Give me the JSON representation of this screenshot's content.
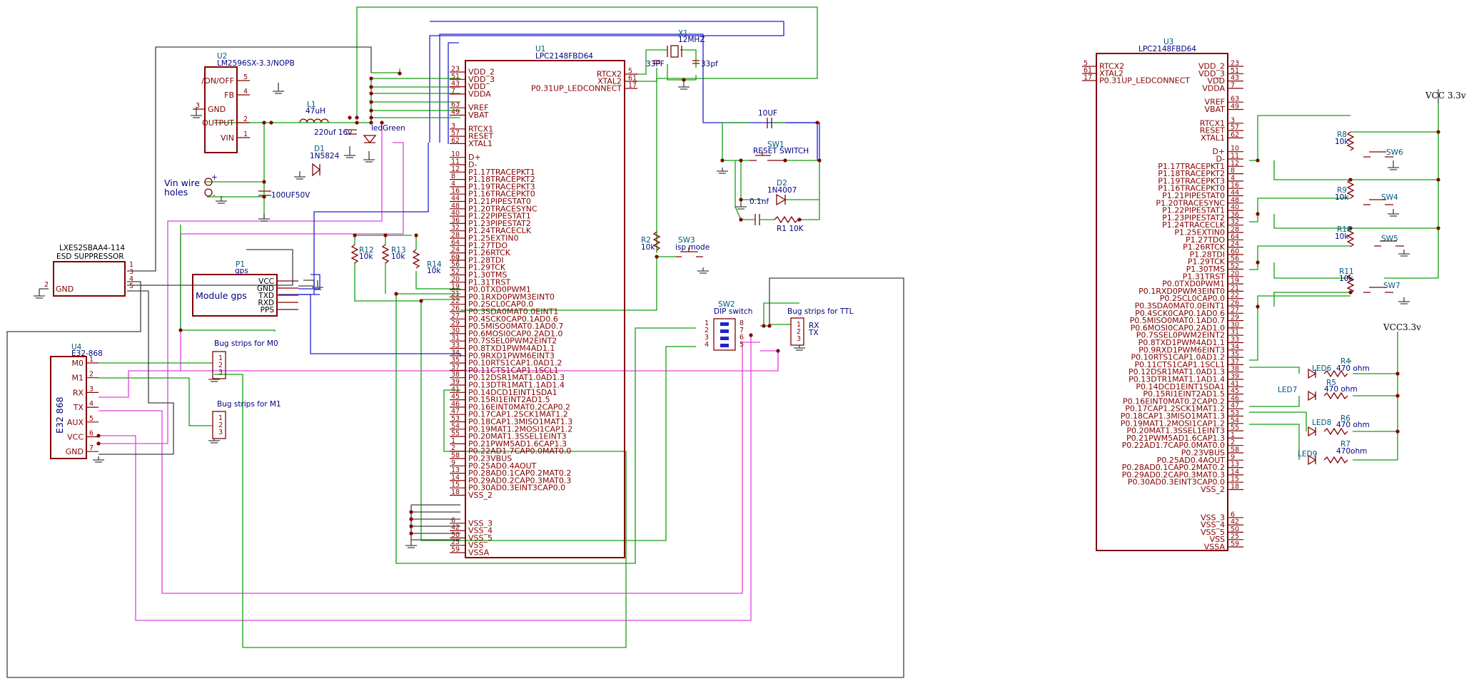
{
  "u1": {
    "ref": "U1",
    "value": "LPC2148FBD64",
    "left_pins": [
      {
        "num": "23",
        "name": "VDD_2"
      },
      {
        "num": "51",
        "name": "VDD_3"
      },
      {
        "num": "43",
        "name": "VDD"
      },
      {
        "num": "7",
        "name": "VDDA"
      },
      {
        "num": "63",
        "name": "VREF"
      },
      {
        "num": "49",
        "name": "VBAT"
      },
      {
        "num": "3",
        "name": "RTCX1"
      },
      {
        "num": "57",
        "name": "RESET"
      },
      {
        "num": "62",
        "name": "XTAL1"
      },
      {
        "num": "10",
        "name": "D+"
      },
      {
        "num": "11",
        "name": "D-"
      },
      {
        "num": "12",
        "name": "P1.17TRACEPKT1"
      },
      {
        "num": "8",
        "name": "P1.18TRACEPKT2"
      },
      {
        "num": "4",
        "name": "P1.19TRACEPKT3"
      },
      {
        "num": "16",
        "name": "P1.16TRACEPKT0"
      },
      {
        "num": "44",
        "name": "P1.21PIPESTAT0"
      },
      {
        "num": "48",
        "name": "P1.20TRACESYNC"
      },
      {
        "num": "40",
        "name": "P1.22PIPESTAT1"
      },
      {
        "num": "36",
        "name": "P1.23PIPESTAT2"
      },
      {
        "num": "32",
        "name": "P1.24TRACECLK"
      },
      {
        "num": "28",
        "name": "P1.25EXTIN0"
      },
      {
        "num": "64",
        "name": "P1.27TDO"
      },
      {
        "num": "24",
        "name": "P1.26RTCK"
      },
      {
        "num": "60",
        "name": "P1.28TDI"
      },
      {
        "num": "56",
        "name": "P1.29TCK"
      },
      {
        "num": "52",
        "name": "P1.30TMS"
      },
      {
        "num": "20",
        "name": "P1.31TRST"
      },
      {
        "num": "19",
        "name": "P0.0TXD0PWM1"
      },
      {
        "num": "21",
        "name": "P0.1RXD0PWM3EINT0"
      },
      {
        "num": "22",
        "name": "P0.2SCL0CAP0.0"
      },
      {
        "num": "26",
        "name": "P0.3SDA0MAT0.0EINT1"
      },
      {
        "num": "27",
        "name": "P0.4SCK0CAP0.1AD0.6"
      },
      {
        "num": "29",
        "name": "P0.5MISO0MAT0.1AD0.7"
      },
      {
        "num": "30",
        "name": "P0.6MOSI0CAP0.2AD1.0"
      },
      {
        "num": "31",
        "name": "P0.7SSEL0PWM2EINT2"
      },
      {
        "num": "33",
        "name": "P0.8TXD1PWM4AD1.1"
      },
      {
        "num": "34",
        "name": "P0.9RXD1PWM6EINT3"
      },
      {
        "num": "35",
        "name": "P0.10RTS1CAP1.0AD1.2"
      },
      {
        "num": "37",
        "name": "P0.11CTS1CAP1.1SCL1"
      },
      {
        "num": "38",
        "name": "P0.12DSR1MAT1.0AD1.3"
      },
      {
        "num": "39",
        "name": "P0.13DTR1MAT1.1AD1.4"
      },
      {
        "num": "41",
        "name": "P0.14DCD1EINT1SDA1"
      },
      {
        "num": "45",
        "name": "P0.15RI1EINT2AD1.5"
      },
      {
        "num": "46",
        "name": "P0.16EINT0MAT0.2CAP0.2"
      },
      {
        "num": "47",
        "name": "P0.17CAP1.2SCK1MAT1.2"
      },
      {
        "num": "53",
        "name": "P0.18CAP1.3MISO1MAT1.3"
      },
      {
        "num": "54",
        "name": "P0.19MAT1.2MOSI1CAP1.2"
      },
      {
        "num": "55",
        "name": "P0.20MAT1.3SSEL1EINT3"
      },
      {
        "num": "1",
        "name": "P0.21PWM5AD1.6CAP1.3"
      },
      {
        "num": "2",
        "name": "P0.22AD1.7CAP0.0MAT0.0"
      },
      {
        "num": "58",
        "name": "P0.23VBUS"
      },
      {
        "num": "9",
        "name": "P0.25AD0.4AOUT"
      },
      {
        "num": "13",
        "name": "P0.28AD0.1CAP0.2MAT0.2"
      },
      {
        "num": "14",
        "name": "P0.29AD0.2CAP0.3MAT0.3"
      },
      {
        "num": "15",
        "name": "P0.30AD0.3EINT3CAP0.0"
      },
      {
        "num": "18",
        "name": "VSS_2"
      },
      {
        "num": "6",
        "name": "VSS_3"
      },
      {
        "num": "42",
        "name": "VSS_4"
      },
      {
        "num": "50",
        "name": "VSS_5"
      },
      {
        "num": "25",
        "name": "VSS"
      },
      {
        "num": "59",
        "name": "VSSA"
      }
    ],
    "right_pins": [
      {
        "num": "5",
        "name": "RTCX2"
      },
      {
        "num": "61",
        "name": "XTAL2"
      },
      {
        "num": "17",
        "name": "P0.31UP_LEDCONNECT"
      }
    ]
  },
  "u3": {
    "ref": "U3",
    "value": "LPC2148FBD64",
    "left_pins": [
      {
        "num": "5",
        "name": "RTCX2"
      },
      {
        "num": "61",
        "name": "XTAL2"
      },
      {
        "num": "17",
        "name": "P0.31UP_LEDCONNECT"
      }
    ],
    "right_pins": [
      {
        "num": "23",
        "name": "VDD_2"
      },
      {
        "num": "51",
        "name": "VDD_3"
      },
      {
        "num": "43",
        "name": "VDD"
      },
      {
        "num": "7",
        "name": "VDDA"
      },
      {
        "num": "63",
        "name": "VREF"
      },
      {
        "num": "49",
        "name": "VBAT"
      },
      {
        "num": "3",
        "name": "RTCX1"
      },
      {
        "num": "57",
        "name": "RESET"
      },
      {
        "num": "62",
        "name": "XTAL1"
      },
      {
        "num": "10",
        "name": "D+"
      },
      {
        "num": "11",
        "name": "D-"
      },
      {
        "num": "12",
        "name": "P1.17TRACEPKT1"
      },
      {
        "num": "8",
        "name": "P1.18TRACEPKT2"
      },
      {
        "num": "4",
        "name": "P1.19TRACEPKT3"
      },
      {
        "num": "16",
        "name": "P1.16TRACEPKT0"
      },
      {
        "num": "44",
        "name": "P1.21PIPESTAT0"
      },
      {
        "num": "48",
        "name": "P1.20TRACESYNC"
      },
      {
        "num": "40",
        "name": "P1.22PIPESTAT1"
      },
      {
        "num": "36",
        "name": "P1.23PIPESTAT2"
      },
      {
        "num": "32",
        "name": "P1.24TRACECLK"
      },
      {
        "num": "28",
        "name": "P1.25EXTIN0"
      },
      {
        "num": "64",
        "name": "P1.27TDO"
      },
      {
        "num": "24",
        "name": "P1.26RTCK"
      },
      {
        "num": "60",
        "name": "P1.28TDI"
      },
      {
        "num": "56",
        "name": "P1.29TCK"
      },
      {
        "num": "52",
        "name": "P1.30TMS"
      },
      {
        "num": "20",
        "name": "P1.31TRST"
      },
      {
        "num": "19",
        "name": "P0.0TXD0PWM1"
      },
      {
        "num": "21",
        "name": "P0.1RXD0PWM3EINT0"
      },
      {
        "num": "22",
        "name": "P0.2SCL0CAP0.0"
      },
      {
        "num": "26",
        "name": "P0.3SDA0MAT0.0EINT1"
      },
      {
        "num": "27",
        "name": "P0.4SCK0CAP0.1AD0.6"
      },
      {
        "num": "29",
        "name": "P0.5MISO0MAT0.1AD0.7"
      },
      {
        "num": "30",
        "name": "P0.6MOSI0CAP0.2AD1.0"
      },
      {
        "num": "31",
        "name": "P0.7SSEL0PWM2EINT2"
      },
      {
        "num": "33",
        "name": "P0.8TXD1PWM4AD1.1"
      },
      {
        "num": "34",
        "name": "P0.9RXD1PWM6EINT3"
      },
      {
        "num": "35",
        "name": "P0.10RTS1CAP1.0AD1.2"
      },
      {
        "num": "37",
        "name": "P0.11CTS1CAP1.1SCL1"
      },
      {
        "num": "38",
        "name": "P0.12DSR1MAT1.0AD1.3"
      },
      {
        "num": "39",
        "name": "P0.13DTR1MAT1.1AD1.4"
      },
      {
        "num": "41",
        "name": "P0.14DCD1EINT1SDA1"
      },
      {
        "num": "45",
        "name": "P0.15RI1EINT2AD1.5"
      },
      {
        "num": "46",
        "name": "P0.16EINT0MAT0.2CAP0.2"
      },
      {
        "num": "47",
        "name": "P0.17CAP1.2SCK1MAT1.2"
      },
      {
        "num": "53",
        "name": "P0.18CAP1.3MISO1MAT1.3"
      },
      {
        "num": "54",
        "name": "P0.19MAT1.2MOSI1CAP1.2"
      },
      {
        "num": "55",
        "name": "P0.20MAT1.3SSEL1EINT3"
      },
      {
        "num": "1",
        "name": "P0.21PWM5AD1.6CAP1.3"
      },
      {
        "num": "2",
        "name": "P0.22AD1.7CAP0.0MAT0.0"
      },
      {
        "num": "58",
        "name": "P0.23VBUS"
      },
      {
        "num": "9",
        "name": "P0.25AD0.4AOUT"
      },
      {
        "num": "13",
        "name": "P0.28AD0.1CAP0.2MAT0.2"
      },
      {
        "num": "14",
        "name": "P0.29AD0.2CAP0.3MAT0.3"
      },
      {
        "num": "15",
        "name": "P0.30AD0.3EINT3CAP0.0"
      },
      {
        "num": "18",
        "name": "VSS_2"
      },
      {
        "num": "6",
        "name": "VSS_3"
      },
      {
        "num": "42",
        "name": "VSS_4"
      },
      {
        "num": "50",
        "name": "VSS_5"
      },
      {
        "num": "25",
        "name": "VSS"
      },
      {
        "num": "59",
        "name": "VSSA"
      }
    ]
  },
  "u2": {
    "ref": "U2",
    "value": "LM2596SX-3.3/NOPB",
    "pins": [
      {
        "num": "5",
        "name": "/ON/OFF"
      },
      {
        "num": "4",
        "name": "FB"
      },
      {
        "num": "3",
        "name": "GND"
      },
      {
        "num": "2",
        "name": "OUTPUT"
      },
      {
        "num": "1",
        "name": "VIN"
      }
    ]
  },
  "u4": {
    "ref": "U4",
    "value": "E32-868",
    "body_label": "E32 868",
    "pins": [
      {
        "num": "1",
        "name": "M0"
      },
      {
        "num": "2",
        "name": "M1"
      },
      {
        "num": "3",
        "name": "RX"
      },
      {
        "num": "4",
        "name": "TX"
      },
      {
        "num": "5",
        "name": "AUX"
      },
      {
        "num": "6",
        "name": "VCC"
      },
      {
        "num": "7",
        "name": "GND"
      }
    ]
  },
  "esd": {
    "value": "LXES2SBAA4-114",
    "desc": "ESD SUPPRESSOR",
    "gnd_num": "2",
    "gnd_name": "GND",
    "pin_nums": [
      "1",
      "3",
      "4",
      "5"
    ]
  },
  "gps": {
    "ref": "P1",
    "value": "gps",
    "body_label": "Module gps",
    "pins": [
      "VCC",
      "GND",
      "TXD",
      "RXD",
      "PPS"
    ]
  },
  "power": {
    "l1_ref": "L1",
    "l1_val": "47uH",
    "d1_ref": "D1",
    "d1_val": "1N5824",
    "cap1": "220uf 16v",
    "cap2": "100UF50V",
    "led": "ledGreen",
    "vin_label_1": "Vin wire",
    "vin_label_2": "holes",
    "plus": "+",
    "minus": "-"
  },
  "crystal": {
    "ref": "X1",
    "val": "12MHZ",
    "c_left": "33PF",
    "c_right": "33pf"
  },
  "reset": {
    "cap": "10UF",
    "sw_ref": "SW1",
    "sw_val": "RESET SWITCH",
    "d2_ref": "D2",
    "d2_val": "1N4007",
    "c_small": "0.1nf",
    "r1": "R1 10K"
  },
  "isp": {
    "r2_ref": "R2",
    "r2_val": "10k",
    "sw_ref": "SW3",
    "sw_val": "isp mode"
  },
  "pullups": [
    {
      "ref": "R12",
      "val": "10k"
    },
    {
      "ref": "R13",
      "val": "10k"
    },
    {
      "ref": "R14",
      "val": "10k"
    }
  ],
  "dip": {
    "ref": "SW2",
    "val": "DIP switch",
    "left": [
      "1",
      "2",
      "3",
      "4"
    ],
    "right": [
      "8",
      "7",
      "6",
      "5"
    ]
  },
  "ttl": {
    "title": "Bug strips for TTL",
    "pins": [
      "1",
      "2",
      "3"
    ],
    "labels": [
      "RX",
      "TX"
    ]
  },
  "m0": {
    "title": "Bug strips for M0",
    "pins": [
      "1",
      "2",
      "3"
    ]
  },
  "m1": {
    "title": "Bug strips for M1",
    "pins": [
      "1",
      "2",
      "3"
    ]
  },
  "vcc_top": "VCC 3.3v",
  "vcc_bot": "VCC3.3v",
  "buttons": [
    {
      "r": "R8",
      "rv": "10k",
      "sw": "SW6"
    },
    {
      "r": "R9",
      "rv": "10k",
      "sw": "SW5"
    },
    {
      "r": "R10",
      "rv": "10k",
      "sw": "SW4"
    },
    {
      "r": "R11",
      "rv": "10k",
      "sw": "SW7"
    }
  ],
  "leds": [
    {
      "led": "LED6",
      "r": "R4",
      "rv": "470 ohm"
    },
    {
      "led": "LED7",
      "r": "R5",
      "rv": "470 ohm"
    },
    {
      "led": "LED8",
      "r": "R6",
      "rv": "470 ohm"
    },
    {
      "led": "LED9",
      "r": "R7",
      "rv": "470ohm"
    }
  ],
  "colors": {
    "symbol": "#840000",
    "wire_green": "#10a010",
    "wire_blue": "#2020d0",
    "wire_magenta": "#e040e0",
    "wire_black": "#404040"
  }
}
